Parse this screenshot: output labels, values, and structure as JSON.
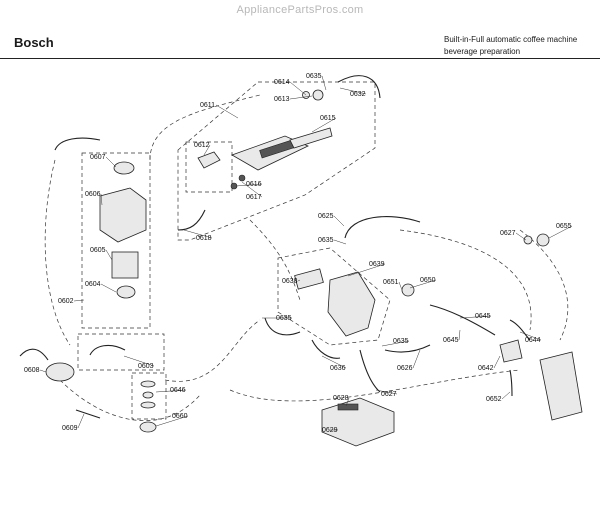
{
  "watermark": "AppliancePartsPros.com",
  "brand": "Bosch",
  "title": {
    "line1": "Built-in-Full automatic coffee machine",
    "line2": "beverage preparation"
  },
  "labels": [
    {
      "id": "p0614",
      "text": "0614"
    },
    {
      "id": "p0635a",
      "text": "0635"
    },
    {
      "id": "p0613",
      "text": "0613"
    },
    {
      "id": "p0632",
      "text": "0632"
    },
    {
      "id": "p0611",
      "text": "0611"
    },
    {
      "id": "p0615",
      "text": "0615"
    },
    {
      "id": "p0612",
      "text": "0612"
    },
    {
      "id": "p0616",
      "text": "0616"
    },
    {
      "id": "p0617",
      "text": "0617"
    },
    {
      "id": "p0618",
      "text": "0618"
    },
    {
      "id": "p0607",
      "text": "0607"
    },
    {
      "id": "p0606",
      "text": "0606"
    },
    {
      "id": "p0605",
      "text": "0605"
    },
    {
      "id": "p0604",
      "text": "0604"
    },
    {
      "id": "p0602",
      "text": "0602"
    },
    {
      "id": "p0608",
      "text": "0608"
    },
    {
      "id": "p0603",
      "text": "0603"
    },
    {
      "id": "p0646",
      "text": "0646"
    },
    {
      "id": "p0660",
      "text": "0660"
    },
    {
      "id": "p0609",
      "text": "0609"
    },
    {
      "id": "p0625",
      "text": "0625"
    },
    {
      "id": "p0635b",
      "text": "0635"
    },
    {
      "id": "p0639",
      "text": "0639"
    },
    {
      "id": "p0638",
      "text": "0638"
    },
    {
      "id": "p0651",
      "text": "0651"
    },
    {
      "id": "p0650",
      "text": "0650"
    },
    {
      "id": "p0627a",
      "text": "0627"
    },
    {
      "id": "p0655",
      "text": "0655"
    },
    {
      "id": "p0635c",
      "text": "0635"
    },
    {
      "id": "p0645a",
      "text": "0645"
    },
    {
      "id": "p0645b",
      "text": "0645"
    },
    {
      "id": "p0644",
      "text": "0644"
    },
    {
      "id": "p0635d",
      "text": "0635"
    },
    {
      "id": "p0636",
      "text": "0636"
    },
    {
      "id": "p0626",
      "text": "0626"
    },
    {
      "id": "p0642",
      "text": "0642"
    },
    {
      "id": "p0652",
      "text": "0652"
    },
    {
      "id": "p0628",
      "text": "0628"
    },
    {
      "id": "p0627b",
      "text": "0627"
    },
    {
      "id": "p0629",
      "text": "0629"
    }
  ]
}
